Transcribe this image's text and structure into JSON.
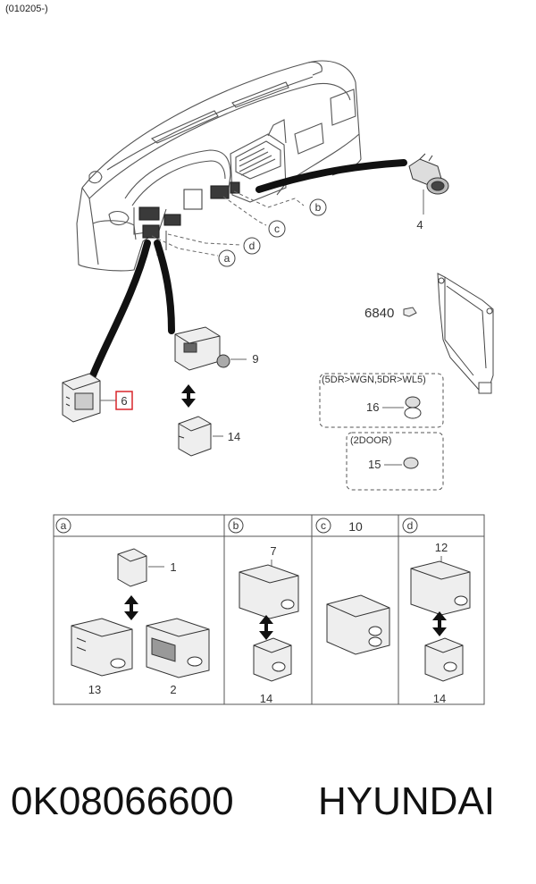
{
  "header": {
    "code": "(010205-)"
  },
  "callouts": {
    "item_4": "4",
    "item_6": "6",
    "item_9": "9",
    "item_14": "14",
    "item_15": "15",
    "item_16": "16",
    "item_6840": "6840",
    "ref_a": "a",
    "ref_b": "b",
    "ref_c": "c",
    "ref_d": "d"
  },
  "option_boxes": {
    "wagon": "(5DR>WGN,5DR>WL5)",
    "two_door": "(2DOOR)"
  },
  "detail_table": {
    "col_a": {
      "letter": "a",
      "items": [
        "1",
        "13",
        "2"
      ]
    },
    "col_b": {
      "letter": "b",
      "items": [
        "7",
        "14"
      ]
    },
    "col_c": {
      "letter": "c",
      "number": "10"
    },
    "col_d": {
      "letter": "d",
      "items": [
        "12",
        "14"
      ]
    }
  },
  "highlight_color": "#d9262c",
  "footer": {
    "part_number": "0K08066600",
    "brand": "HYUNDAI"
  }
}
